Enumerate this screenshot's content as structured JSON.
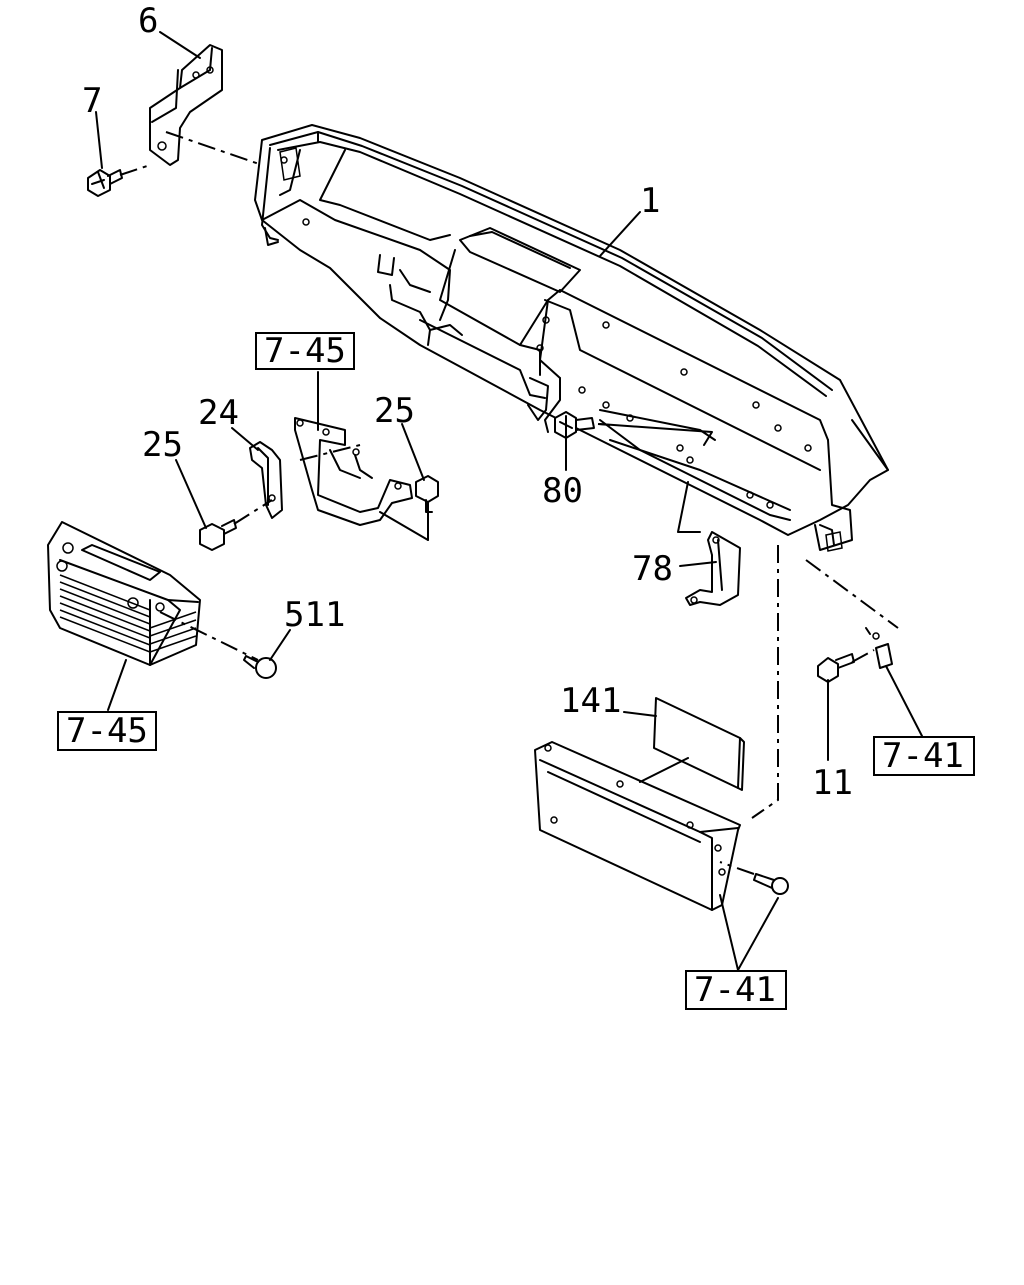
{
  "diagram": {
    "callouts": {
      "c1": "1",
      "c6": "6",
      "c7": "7",
      "c11": "11",
      "c24": "24",
      "c25a": "25",
      "c25b": "25",
      "c78": "78",
      "c80": "80",
      "c141": "141",
      "c511": "511"
    },
    "refs": {
      "r745_top": "7-45",
      "r745_bottom": "7-45",
      "r741_right": "7-41",
      "r741_bottom": "7-41"
    }
  }
}
